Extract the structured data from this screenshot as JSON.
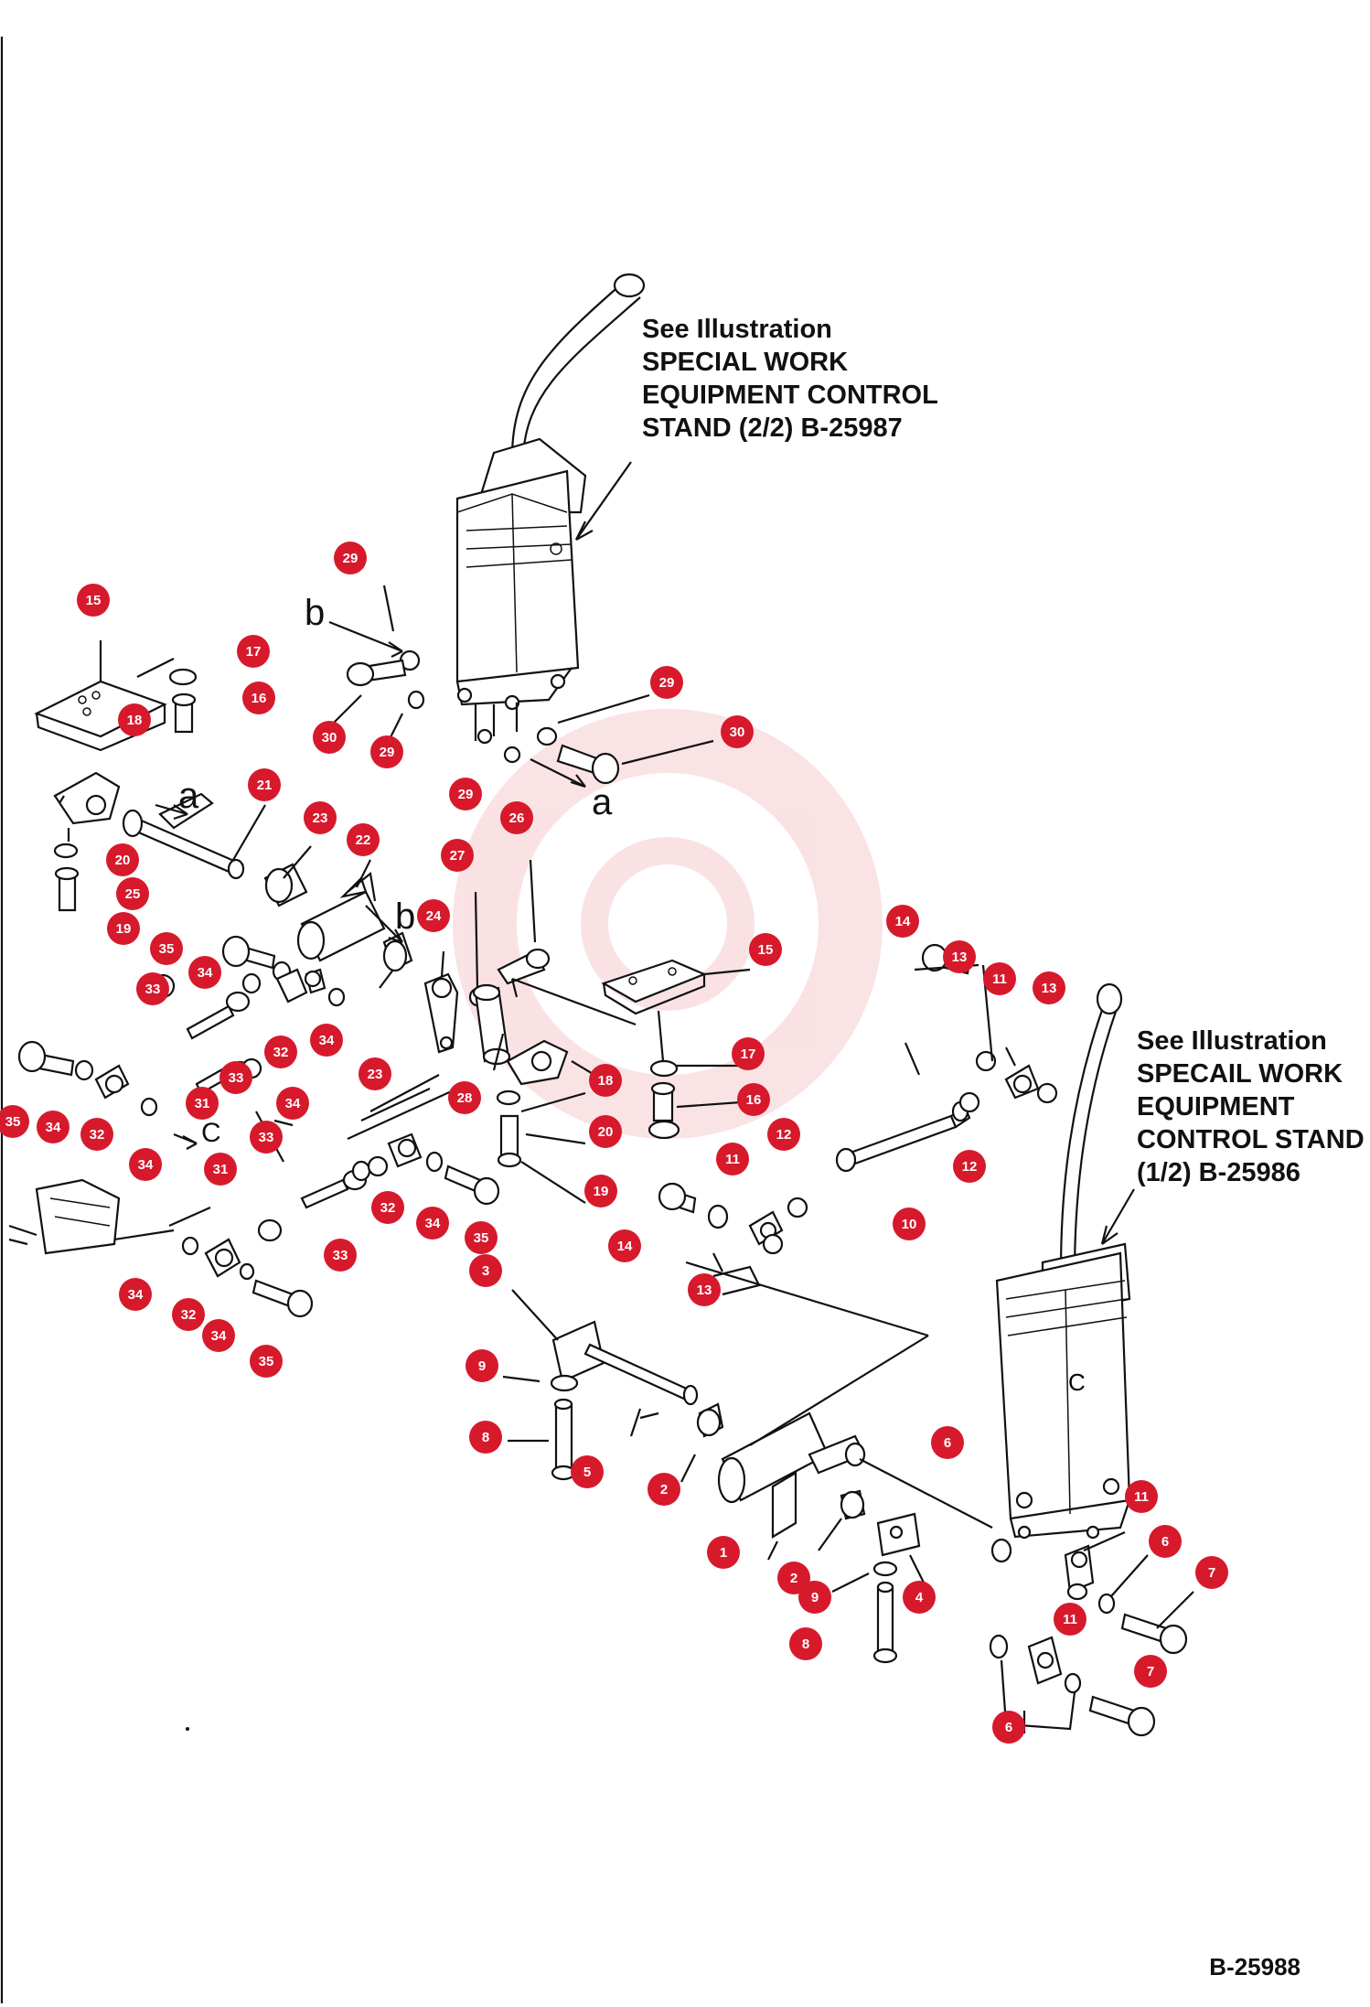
{
  "callouts": {
    "stand_2_2": [
      "See Illustration",
      "SPECIAL WORK",
      "EQUIPMENT CONTROL",
      "STAND (2/2) B-25987"
    ],
    "stand_1_2": [
      "See Illustration",
      "SPECAIL WORK",
      "EQUIPMENT",
      "CONTROL STAND",
      "(1/2) B-25986"
    ]
  },
  "figure_id": "B-25988",
  "view_letters": [
    "a",
    "a",
    "b",
    "b",
    "C"
  ],
  "accent_color": "#d7192c",
  "parts": [
    {
      "label": "15"
    },
    {
      "label": "17"
    },
    {
      "label": "16"
    },
    {
      "label": "18"
    },
    {
      "label": "29"
    },
    {
      "label": "30"
    },
    {
      "label": "29"
    },
    {
      "label": "29"
    },
    {
      "label": "30"
    },
    {
      "label": "29"
    },
    {
      "label": "21"
    },
    {
      "label": "23"
    },
    {
      "label": "22"
    },
    {
      "label": "20"
    },
    {
      "label": "25"
    },
    {
      "label": "19"
    },
    {
      "label": "35"
    },
    {
      "label": "34"
    },
    {
      "label": "24"
    },
    {
      "label": "27"
    },
    {
      "label": "26"
    },
    {
      "label": "33"
    },
    {
      "label": "32"
    },
    {
      "label": "34"
    },
    {
      "label": "23"
    },
    {
      "label": "33"
    },
    {
      "label": "31"
    },
    {
      "label": "34"
    },
    {
      "label": "35"
    },
    {
      "label": "34"
    },
    {
      "label": "32"
    },
    {
      "label": "33"
    },
    {
      "label": "34"
    },
    {
      "label": "31"
    },
    {
      "label": "32"
    },
    {
      "label": "34"
    },
    {
      "label": "35"
    },
    {
      "label": "33"
    },
    {
      "label": "34"
    },
    {
      "label": "32"
    },
    {
      "label": "34"
    },
    {
      "label": "35"
    },
    {
      "label": "28"
    },
    {
      "label": "18"
    },
    {
      "label": "20"
    },
    {
      "label": "19"
    },
    {
      "label": "15"
    },
    {
      "label": "17"
    },
    {
      "label": "16"
    },
    {
      "label": "14"
    },
    {
      "label": "13"
    },
    {
      "label": "11"
    },
    {
      "label": "13"
    },
    {
      "label": "11"
    },
    {
      "label": "12"
    },
    {
      "label": "12"
    },
    {
      "label": "10"
    },
    {
      "label": "14"
    },
    {
      "label": "13"
    },
    {
      "label": "3"
    },
    {
      "label": "9"
    },
    {
      "label": "8"
    },
    {
      "label": "5"
    },
    {
      "label": "2"
    },
    {
      "label": "1"
    },
    {
      "label": "2"
    },
    {
      "label": "9"
    },
    {
      "label": "4"
    },
    {
      "label": "8"
    },
    {
      "label": "6"
    },
    {
      "label": "11"
    },
    {
      "label": "6"
    },
    {
      "label": "7"
    },
    {
      "label": "11"
    },
    {
      "label": "7"
    },
    {
      "label": "6"
    }
  ]
}
